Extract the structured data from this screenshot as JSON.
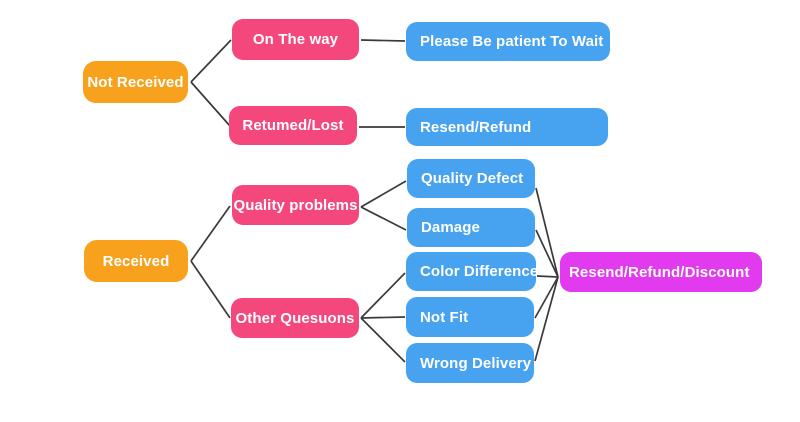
{
  "diagram": {
    "type": "flowchart",
    "colors": {
      "background": "#ffffff",
      "category": "#f7a11c",
      "branch": "#f4487d",
      "leaf": "#47a2f0",
      "outcome": "#e23aef",
      "connector": "#3a3a3a",
      "node_text": "#ffffff"
    },
    "nodes": {
      "not_received": {
        "label": "Not Received",
        "role": "category"
      },
      "on_the_way": {
        "label": "On The way",
        "role": "branch"
      },
      "please_wait": {
        "label": "Please Be patient To Wait",
        "role": "leaf"
      },
      "returned_lost": {
        "label": "Retumed/Lost",
        "role": "branch"
      },
      "resend_refund": {
        "label": "Resend/Refund",
        "role": "leaf"
      },
      "received": {
        "label": "Received",
        "role": "category"
      },
      "quality_problems": {
        "label": "Quality problems",
        "role": "branch"
      },
      "quality_defect": {
        "label": "Quality Defect",
        "role": "leaf"
      },
      "damage": {
        "label": "Damage",
        "role": "leaf"
      },
      "other_questions": {
        "label": "Other Quesuons",
        "role": "branch"
      },
      "color_difference": {
        "label": "Color Difference",
        "role": "leaf"
      },
      "not_fit": {
        "label": "Not Fit",
        "role": "leaf"
      },
      "wrong_delivery": {
        "label": "Wrong Delivery",
        "role": "leaf"
      },
      "resend_refund_discount": {
        "label": "Resend/Refund/Discount",
        "role": "outcome"
      }
    },
    "edges": [
      {
        "from": "not_received",
        "to": "on_the_way"
      },
      {
        "from": "not_received",
        "to": "returned_lost"
      },
      {
        "from": "on_the_way",
        "to": "please_wait"
      },
      {
        "from": "returned_lost",
        "to": "resend_refund"
      },
      {
        "from": "received",
        "to": "quality_problems"
      },
      {
        "from": "received",
        "to": "other_questions"
      },
      {
        "from": "quality_problems",
        "to": "quality_defect"
      },
      {
        "from": "quality_problems",
        "to": "damage"
      },
      {
        "from": "other_questions",
        "to": "color_difference"
      },
      {
        "from": "other_questions",
        "to": "not_fit"
      },
      {
        "from": "other_questions",
        "to": "wrong_delivery"
      },
      {
        "from": "quality_defect",
        "to": "resend_refund_discount"
      },
      {
        "from": "damage",
        "to": "resend_refund_discount"
      },
      {
        "from": "color_difference",
        "to": "resend_refund_discount"
      },
      {
        "from": "not_fit",
        "to": "resend_refund_discount"
      },
      {
        "from": "wrong_delivery",
        "to": "resend_refund_discount"
      }
    ]
  }
}
